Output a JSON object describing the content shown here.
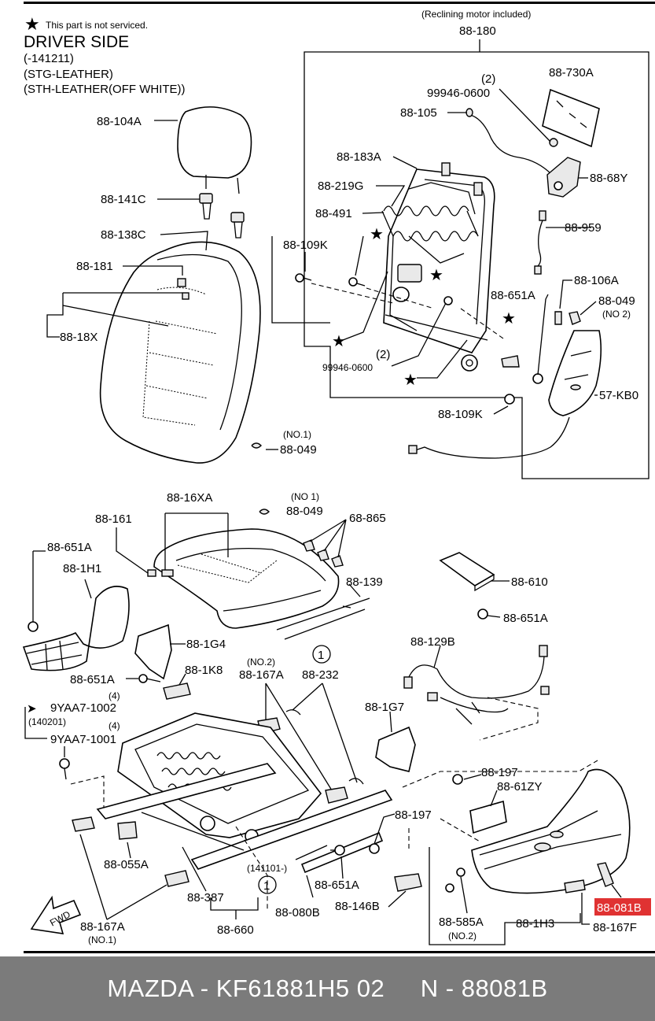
{
  "legend": {
    "star_note": "This part is not serviced.",
    "title": "DRIVER SIDE",
    "conditions": [
      "(-141211)",
      "(STG-LEATHER)",
      "(STH-LEATHER(OFF WHITE))"
    ]
  },
  "notes": {
    "reclining": "(Reclining motor included)",
    "qty2": "(2)",
    "qty4": "(4)",
    "no1": "(NO.1)",
    "no1_top": "(NO 1)",
    "no2": "(NO.2)",
    "no2_alt": "(NO 2)",
    "date_140201": "(140201)",
    "date_141101": "(141101-)",
    "circle_1": "1"
  },
  "callouts": {
    "p88_180": "88-180",
    "p88_730A": "88-730A",
    "p99946_0600": "99946-0600",
    "p88_105": "88-105",
    "p88_183A": "88-183A",
    "p88_68Y": "88-68Y",
    "p88_219G": "88-219G",
    "p88_491": "88-491",
    "p88_959": "88-959",
    "p88_109K": "88-109K",
    "p88_106A": "88-106A",
    "p88_651A": "88-651A",
    "p88_049": "88-049",
    "p57_KB0": "57-KB0",
    "p88_104A": "88-104A",
    "p88_141C": "88-141C",
    "p88_138C": "88-138C",
    "p88_181": "88-181",
    "p88_18X": "88-18X",
    "p88_16XA": "88-16XA",
    "p88_161": "88-161",
    "p68_865": "68-865",
    "p88_1H1": "88-1H1",
    "p88_139": "88-139",
    "p88_610": "88-610",
    "p88_1G4": "88-1G4",
    "p88_1K8": "88-1K8",
    "p88_167A": "88-167A",
    "p88_232": "88-232",
    "p88_129B": "88-129B",
    "p9YAA7_1002": "9YAA7-1002",
    "p9YAA7_1001": "9YAA7-1001",
    "p88_1G7": "88-1G7",
    "p88_197": "88-197",
    "p88_61ZY": "88-61ZY",
    "p88_055A": "88-055A",
    "p88_387": "88-387",
    "p88_660": "88-660",
    "p88_080B": "88-080B",
    "p88_146B": "88-146B",
    "p88_585A": "88-585A",
    "p88_1H3": "88-1H3",
    "p88_081B": "88-081B",
    "p88_167F": "88-167F",
    "fwd": "FWD"
  },
  "colors": {
    "highlight": "#e03232",
    "footer_bg": "#7b7b7b"
  },
  "footer": {
    "text": "MAZDA - KF61881H5 02     N - 88081B"
  }
}
